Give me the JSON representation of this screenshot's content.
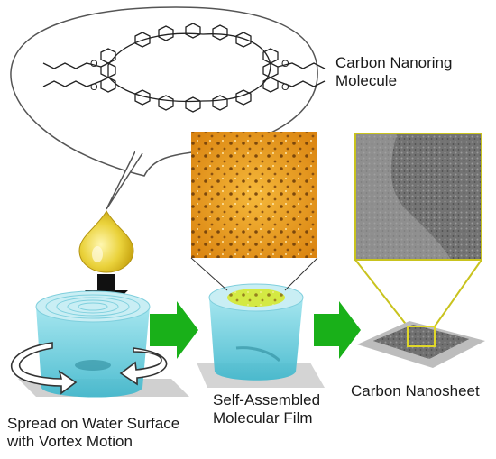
{
  "labels": {
    "molecule": [
      "Carbon Nanoring",
      "Molecule"
    ],
    "film": [
      "Self-Assembled",
      "Molecular Film"
    ],
    "nanosheet": "Carbon Nanosheet",
    "spread": [
      "Spread on Water Surface",
      "with Vortex Motion"
    ]
  },
  "colors": {
    "process_arrow": "#19b019",
    "drop": "#ead23b",
    "water": "#56c7d9",
    "afm_image": "#e59a1c",
    "zoom_frame": "#c9c31e"
  },
  "icons": [
    "molecule-structure-icon",
    "droplet-icon",
    "down-arrow-icon",
    "beaker-icon",
    "vortex-arrows-icon",
    "sheet-icon"
  ]
}
